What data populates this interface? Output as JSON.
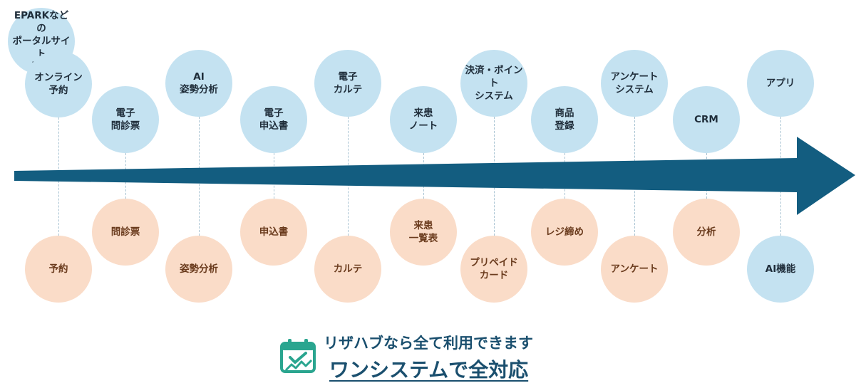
{
  "diagram": {
    "arrow_color": "#135d80",
    "top_color": "#c4e2f1",
    "bottom_color": "#fadcc8",
    "columns": [
      {
        "top": [
          "EPARKなどの\nポータルサイト\n連携",
          "オンライン\n予約"
        ],
        "bottom": "予約"
      },
      {
        "top": [
          "電子\n問診票"
        ],
        "bottom": "問診票"
      },
      {
        "top": [
          "AI\n姿勢分析"
        ],
        "bottom": "姿勢分析"
      },
      {
        "top": [
          "電子\n申込書"
        ],
        "bottom": "申込書"
      },
      {
        "top": [
          "電子\nカルテ"
        ],
        "bottom": "カルテ"
      },
      {
        "top": [
          "来患\nノート"
        ],
        "bottom": "来患\n一覧表"
      },
      {
        "top": [
          "決済・ポイント\nシステム"
        ],
        "bottom": "プリペイド\nカード"
      },
      {
        "top": [
          "商品\n登録"
        ],
        "bottom": "レジ締め"
      },
      {
        "top": [
          "アンケート\nシステム"
        ],
        "bottom": "アンケート"
      },
      {
        "top": [
          "CRM"
        ],
        "bottom": "分析"
      },
      {
        "top": [
          "アプリ"
        ],
        "bottom": "AI機能"
      }
    ]
  },
  "footer": {
    "icon": "calendar-chart-icon",
    "accent_color": "#2aa58f",
    "tagline": "リザハブなら全て利用できます",
    "headline": "ワンシステムで全対応"
  }
}
